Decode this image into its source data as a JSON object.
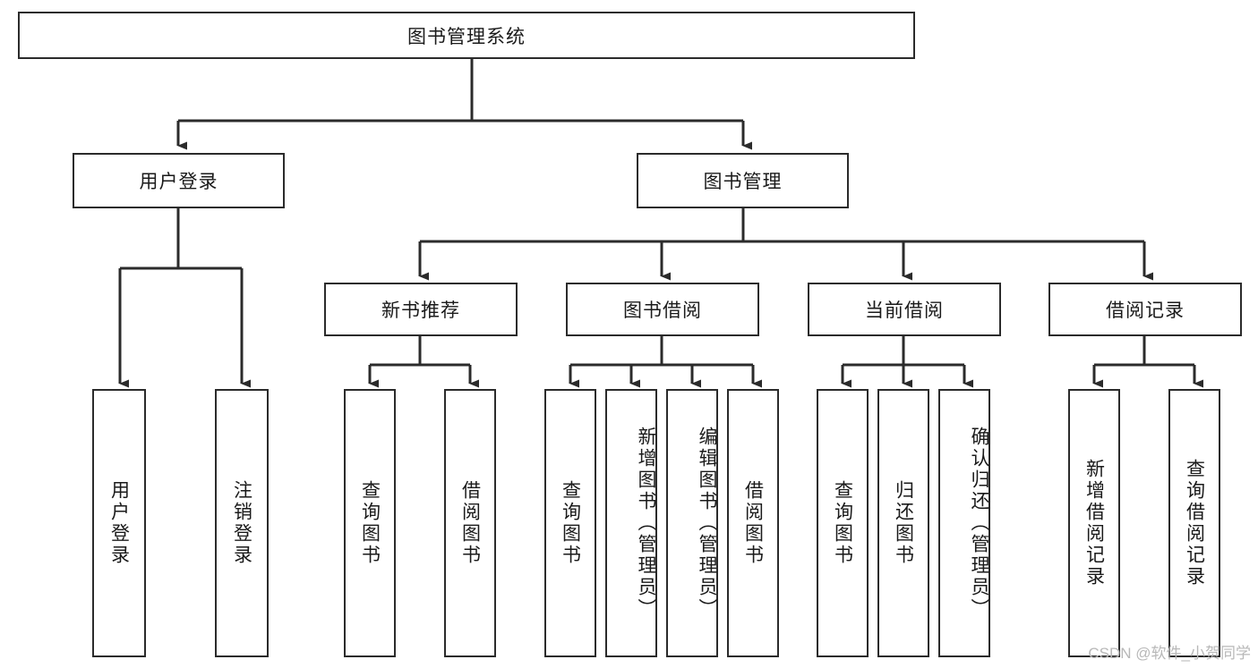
{
  "diagram": {
    "title": "图书管理系统",
    "watermark": "CSDN @软件_小贺同学",
    "colors": {
      "stroke": "#2b2b2b",
      "background": "#ffffff",
      "text": "#1a1a1a",
      "watermark": "#b8b8b8"
    }
  },
  "chart_data": {
    "type": "tree",
    "title": "图书管理系统",
    "root": "图书管理系统",
    "nodes": [
      {
        "id": "root",
        "label": "图书管理系统",
        "level": 0,
        "orientation": "horizontal",
        "parent": null
      },
      {
        "id": "login",
        "label": "用户登录",
        "level": 1,
        "orientation": "horizontal",
        "parent": "root"
      },
      {
        "id": "bookmgmt",
        "label": "图书管理",
        "level": 1,
        "orientation": "horizontal",
        "parent": "root"
      },
      {
        "id": "newbook",
        "label": "新书推荐",
        "level": 2,
        "orientation": "horizontal",
        "parent": "bookmgmt"
      },
      {
        "id": "borrow",
        "label": "图书借阅",
        "level": 2,
        "orientation": "horizontal",
        "parent": "bookmgmt"
      },
      {
        "id": "current",
        "label": "当前借阅",
        "level": 2,
        "orientation": "horizontal",
        "parent": "bookmgmt"
      },
      {
        "id": "records",
        "label": "借阅记录",
        "level": 2,
        "orientation": "horizontal",
        "parent": "bookmgmt"
      },
      {
        "id": "leaf-login-1",
        "label": "用户登录",
        "level": 2,
        "orientation": "vertical",
        "parent": "login"
      },
      {
        "id": "leaf-login-2",
        "label": "注销登录",
        "level": 2,
        "orientation": "vertical",
        "parent": "login"
      },
      {
        "id": "leaf-newbook-1",
        "label": "查询图书",
        "level": 3,
        "orientation": "vertical",
        "parent": "newbook"
      },
      {
        "id": "leaf-newbook-2",
        "label": "借阅图书",
        "level": 3,
        "orientation": "vertical",
        "parent": "newbook"
      },
      {
        "id": "leaf-borrow-1",
        "label": "查询图书",
        "level": 3,
        "orientation": "vertical",
        "parent": "borrow"
      },
      {
        "id": "leaf-borrow-2",
        "label": "新增图书（管理员）",
        "level": 3,
        "orientation": "vertical",
        "parent": "borrow"
      },
      {
        "id": "leaf-borrow-3",
        "label": "编辑图书（管理员）",
        "level": 3,
        "orientation": "vertical",
        "parent": "borrow"
      },
      {
        "id": "leaf-borrow-4",
        "label": "借阅图书",
        "level": 3,
        "orientation": "vertical",
        "parent": "borrow"
      },
      {
        "id": "leaf-current-1",
        "label": "查询图书",
        "level": 3,
        "orientation": "vertical",
        "parent": "current"
      },
      {
        "id": "leaf-current-2",
        "label": "归还图书",
        "level": 3,
        "orientation": "vertical",
        "parent": "current"
      },
      {
        "id": "leaf-current-3",
        "label": "确认归还（管理员）",
        "level": 3,
        "orientation": "vertical",
        "parent": "current"
      },
      {
        "id": "leaf-records-1",
        "label": "新增借阅记录",
        "level": 3,
        "orientation": "vertical",
        "parent": "records"
      },
      {
        "id": "leaf-records-2",
        "label": "查询借阅记录",
        "level": 3,
        "orientation": "vertical",
        "parent": "records"
      }
    ],
    "edges": [
      {
        "from": "root",
        "to": "login"
      },
      {
        "from": "root",
        "to": "bookmgmt"
      },
      {
        "from": "login",
        "to": "leaf-login-1"
      },
      {
        "from": "login",
        "to": "leaf-login-2"
      },
      {
        "from": "bookmgmt",
        "to": "newbook"
      },
      {
        "from": "bookmgmt",
        "to": "borrow"
      },
      {
        "from": "bookmgmt",
        "to": "current"
      },
      {
        "from": "bookmgmt",
        "to": "records"
      },
      {
        "from": "newbook",
        "to": "leaf-newbook-1"
      },
      {
        "from": "newbook",
        "to": "leaf-newbook-2"
      },
      {
        "from": "borrow",
        "to": "leaf-borrow-1"
      },
      {
        "from": "borrow",
        "to": "leaf-borrow-2"
      },
      {
        "from": "borrow",
        "to": "leaf-borrow-3"
      },
      {
        "from": "borrow",
        "to": "leaf-borrow-4"
      },
      {
        "from": "current",
        "to": "leaf-current-1"
      },
      {
        "from": "current",
        "to": "leaf-current-2"
      },
      {
        "from": "current",
        "to": "leaf-current-3"
      },
      {
        "from": "records",
        "to": "leaf-records-1"
      },
      {
        "from": "records",
        "to": "leaf-records-2"
      }
    ]
  }
}
